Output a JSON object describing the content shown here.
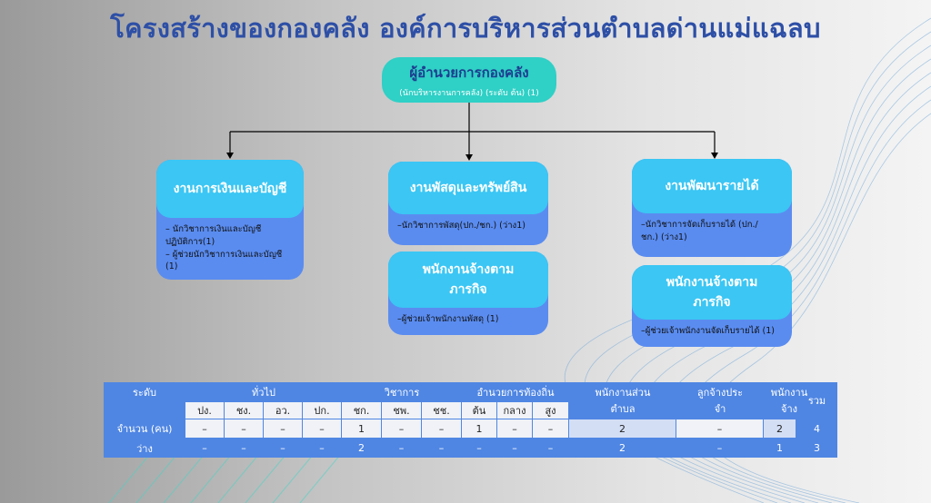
{
  "title": "โครงสร้างของกองคลัง องค์การบริหารส่วนตำบลด่านแม่แฉลบ",
  "top": {
    "title": "ผู้อำนวยการกองคลัง",
    "subtitle": "(นักบริหารงานการคลัง) (ระดับ ต้น) (1)"
  },
  "divisions": [
    {
      "title": "งานการเงินและบัญชี",
      "lines": [
        "–  นักวิชาการเงินและบัญชี",
        "ปฏิบัติการ(1)",
        "–  ผู้ช่วยนักวิชาการเงินและบัญชี",
        "(1)"
      ]
    },
    {
      "title": "งานพัสดุและทรัพย์สิน",
      "lines": [
        "–นักวิชาการพัสดุ(ปก./ชก.) (ว่าง1)"
      ]
    },
    {
      "title": "งานพัฒนารายได้",
      "lines": [
        "–นักวิชาการจัดเก็บรายได้ (ปก./",
        "ชก.) (ว่าง1)"
      ]
    }
  ],
  "mission_cards": [
    {
      "title1": "พนักงานจ้างตาม",
      "title2": "ภารกิจ",
      "lines": [
        "–ผู้ช่วยเจ้าพนักงานพัสดุ (1)"
      ]
    },
    {
      "title1": "พนักงานจ้างตาม",
      "title2": "ภารกิจ",
      "lines": [
        "–ผู้ช่วยเจ้าพนักงานจัดเก็บรายได้ (1)"
      ]
    }
  ],
  "table": {
    "h_level": "ระดับ",
    "h_general": "ทั่วไป",
    "h_academic": "วิชาการ",
    "h_director": "อำนวยการท้องถิ่น",
    "h_local1": "พนักงานส่วน",
    "h_local2": "ตำบล",
    "h_daily1": "ลูกจ้างประ",
    "h_daily2": "จำ",
    "h_contract1": "พนักงาน",
    "h_contract2": "จ้าง",
    "h_total": "รวม",
    "subheaders": [
      "ปง.",
      "ชง.",
      "อว.",
      "ปก.",
      "ชก.",
      "ชพ.",
      "ชช.",
      "ต้น",
      "กลาง",
      "สูง"
    ],
    "row1_label": "จำนวน (คน)",
    "row1": [
      "–",
      "–",
      "–",
      "–",
      "1",
      "–",
      "–",
      "1",
      "–",
      "–"
    ],
    "row1_extra": [
      "2",
      "–",
      "2",
      "4"
    ],
    "row2_label": "ว่าง",
    "row2": [
      "–",
      "–",
      "–",
      "–",
      "2",
      "–",
      "–",
      "–",
      "–",
      "–"
    ],
    "row2_extra": [
      "2",
      "–",
      "1",
      "3"
    ]
  },
  "colors": {
    "title": "#2d4fa6",
    "top_pill": "#2fd0c6",
    "card_head": "#3bc6f4",
    "card_body": "#5a8cf0",
    "table": "#4f86e3"
  }
}
